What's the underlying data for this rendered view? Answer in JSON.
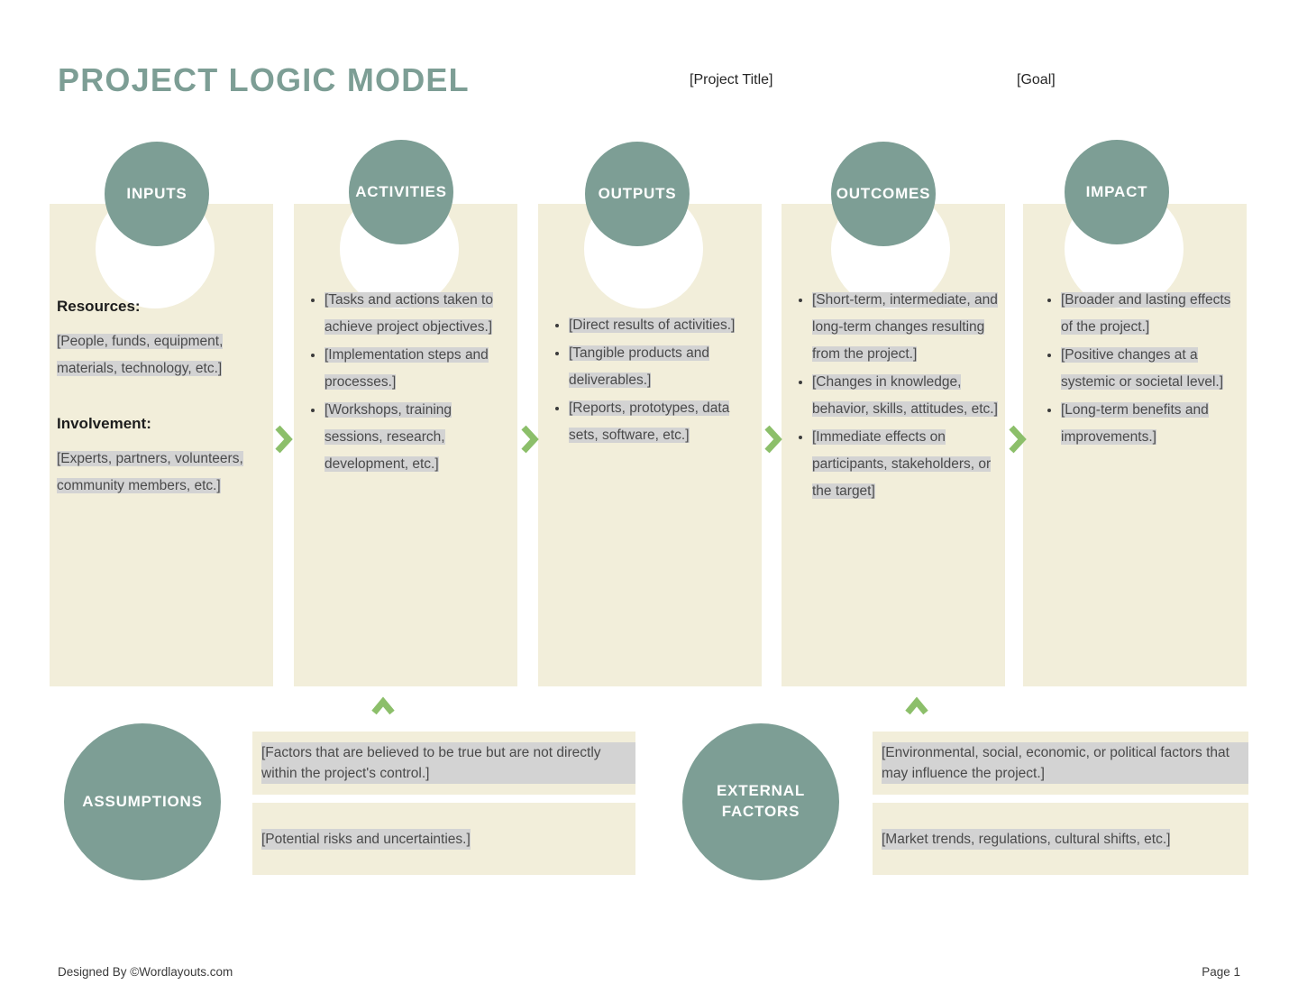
{
  "header": {
    "title": "PROJECT LOGIC MODEL",
    "project_title_placeholder": "[Project Title]",
    "goal_placeholder": "[Goal]"
  },
  "colors": {
    "accent_green": "#7d9e95",
    "panel_cream": "#f2eeda",
    "highlight_gray": "#d3d3d3",
    "chevron_green": "#8cbf6a",
    "page_background": "#ffffff"
  },
  "columns": [
    {
      "label": "INPUTS",
      "sections": [
        {
          "heading": "Resources:",
          "text": "[People, funds, equipment, materials, technology, etc.]"
        },
        {
          "heading": "Involvement:",
          "text": "[Experts, partners, volunteers, community members, etc.]"
        }
      ],
      "bullets": []
    },
    {
      "label": "ACTIVITIES",
      "sections": [],
      "bullets": [
        "[Tasks and actions taken to achieve project objectives.]",
        "[Implementation steps and processes.]",
        "[Workshops, training sessions, research, development, etc.]"
      ]
    },
    {
      "label": "OUTPUTS",
      "sections": [],
      "bullets": [
        "[Direct results of activities.]",
        "[Tangible products and deliverables.]",
        " [Reports, prototypes, data sets, software, etc.]"
      ]
    },
    {
      "label": "OUTCOMES",
      "sections": [],
      "bullets": [
        "[Short-term, intermediate, and long-term changes resulting from the project.]",
        " [Changes in knowledge, behavior, skills, attitudes, etc.]",
        "[Immediate effects on participants, stakeholders, or the target]"
      ]
    },
    {
      "label": "IMPACT",
      "sections": [],
      "bullets": [
        "[Broader and lasting effects of the project.]",
        "[Positive changes at a systemic or societal level.]",
        "[Long-term benefits and improvements.]"
      ]
    }
  ],
  "bottom": [
    {
      "label": "ASSUMPTIONS",
      "boxes": [
        "[Factors that are believed to be true but are not directly within the project's control.]",
        "[Potential risks and uncertainties.]"
      ]
    },
    {
      "label_line1": "EXTERNAL",
      "label_line2": "FACTORS",
      "label": "EXTERNAL FACTORS",
      "boxes": [
        "[Environmental, social, economic, or political factors that may influence the project.]",
        "[Market trends, regulations, cultural shifts, etc.]"
      ]
    }
  ],
  "footer": {
    "credit": "Designed By ©Wordlayouts.com",
    "page": "Page 1"
  },
  "icons": {
    "chevron_right": "chevron-right-icon",
    "chevron_up": "chevron-up-icon"
  }
}
